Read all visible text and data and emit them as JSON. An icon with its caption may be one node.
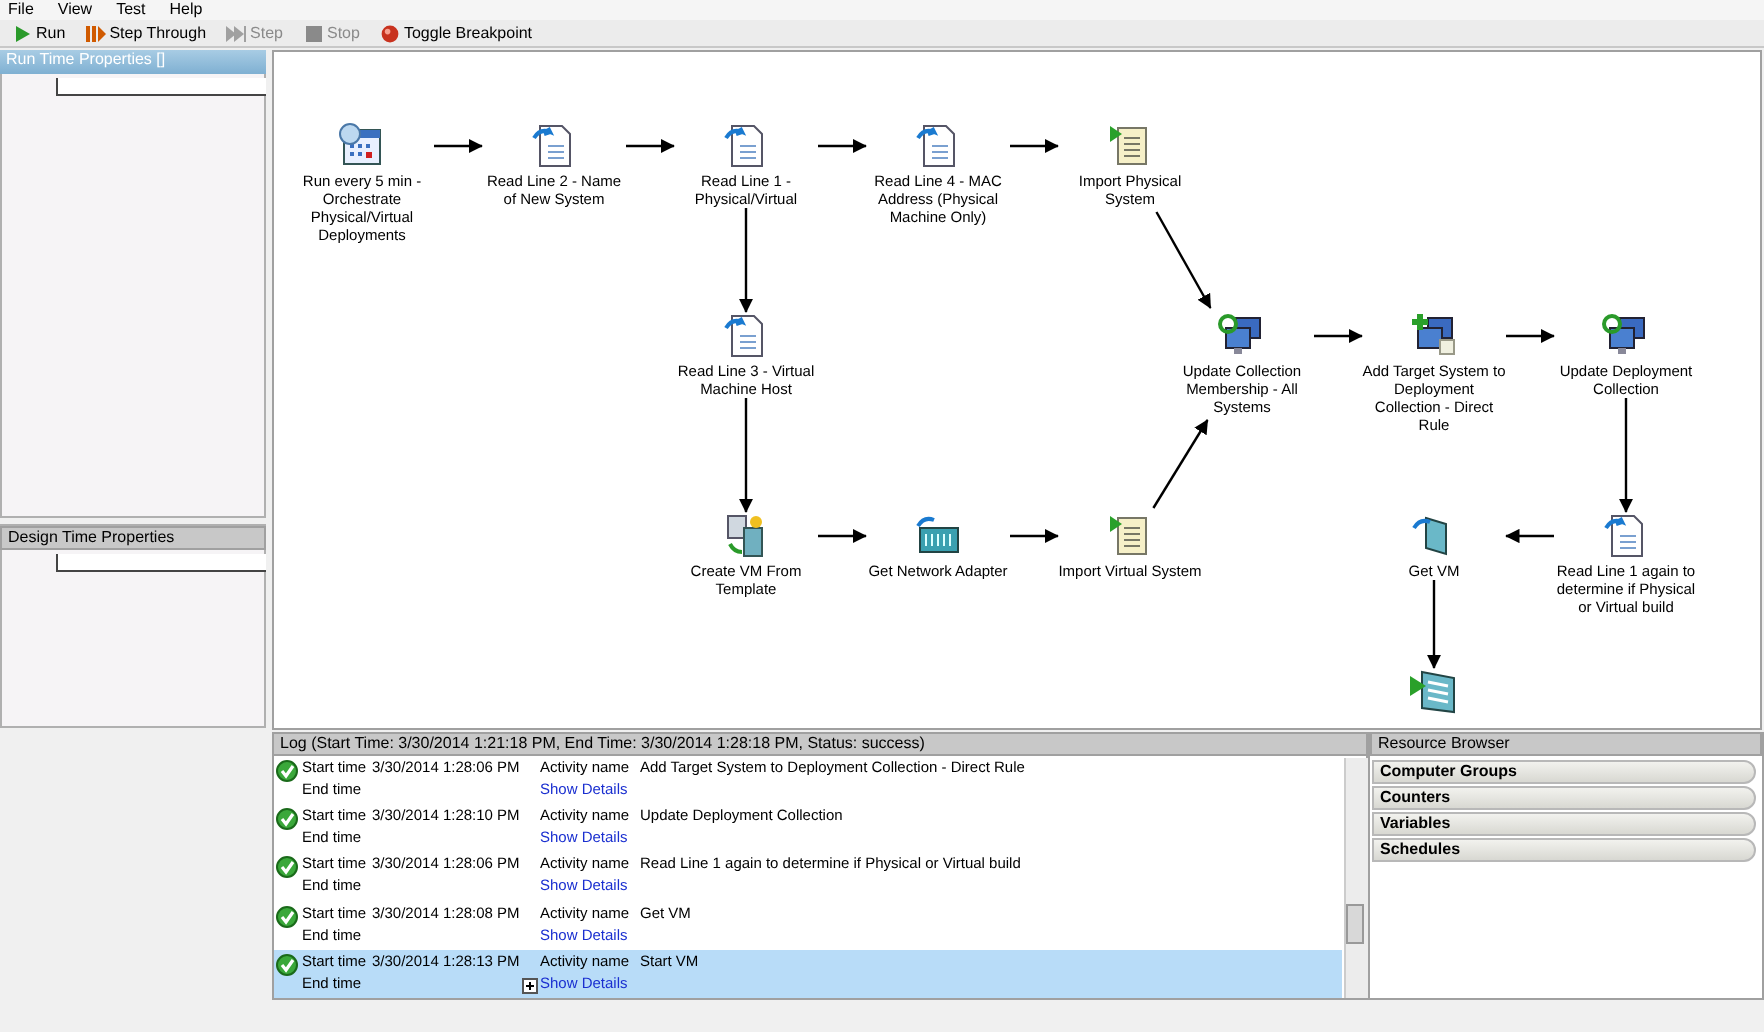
{
  "diagram": {
    "nodes": [
      {
        "text": [
          "Run every 5 min - Orchestrate Physical/Virtual Deployments"
        ]
      },
      {
        "text": [
          "Read Line 2 - Name of New System"
        ]
      },
      {
        "text": [
          "Read Line 1 - Physical/Virtual"
        ]
      },
      {
        "text": [
          "Read Line 4 - MAC Address (Physical Machine Only)"
        ]
      },
      {
        "text": [
          "Import Physical System"
        ]
      },
      {
        "text": [
          "Read Line 3 - Virtual Machine Host"
        ]
      },
      {
        "text": [
          "Update Collection Membership - All Systems"
        ]
      },
      {
        "text": [
          "Add Target System to Deployment Collection - Direct Rule"
        ]
      },
      {
        "text": [
          "Update Deployment Collection"
        ]
      },
      {
        "text": [
          "Create VM From Template"
        ]
      },
      {
        "text": [
          "Get Network Adapter"
        ]
      },
      {
        "text": [
          "Import Virtual System"
        ]
      },
      {
        "text": [
          "Get VM"
        ]
      },
      {
        "text": [
          "Read Line 1 again to determine if Physical or Virtual build"
        ]
      },
      {
        "text": [],
        "shape": "picture"
      }
    ],
    "edges": [
      {
        "from": 0,
        "to": 1,
        "arrow": "to"
      },
      {
        "from": 1,
        "to": 2,
        "arrow": "to"
      },
      {
        "from": 2,
        "to": 3,
        "arrow": "to"
      },
      {
        "from": 3,
        "to": 4,
        "arrow": "to"
      },
      {
        "from": 2,
        "to": 5,
        "arrow": "to"
      },
      {
        "from": 5,
        "to": 9,
        "arrow": "to"
      },
      {
        "from": 9,
        "to": 10,
        "arrow": "to"
      },
      {
        "from": 10,
        "to": 11,
        "arrow": "to"
      },
      {
        "from": 4,
        "to": 6,
        "arrow": "to"
      },
      {
        "from": 11,
        "to": 6,
        "arrow": "to"
      },
      {
        "from": 6,
        "to": 7,
        "arrow": "to"
      },
      {
        "from": 7,
        "to": 8,
        "arrow": "to"
      },
      {
        "from": 8,
        "to": 13,
        "arrow": "to"
      },
      {
        "from": 13,
        "to": 12,
        "arrow": "to"
      },
      {
        "from": 12,
        "to": 14,
        "arrow": "to"
      }
    ],
    "labels": [
      "File",
      "View",
      "Test",
      "Help",
      "Run",
      "Step Through",
      "Step",
      "Stop",
      "Toggle Breakpoint",
      "Run Time Properties []",
      "Design Time Properties",
      "Log (Start Time: 3/30/2014 1:21:18 PM, End Time: 3/30/2014 1:28:18 PM, Status: success)",
      "Start time",
      "3/30/2014 1:28:06 PM",
      "Activity name",
      "Add Target System to Deployment Collection - Direct Rule",
      "End time",
      "Show Details",
      "Start time",
      "3/30/2014 1:28:10 PM",
      "Activity name",
      "Update Deployment Collection",
      "End time",
      "Show Details",
      "Start time",
      "3/30/2014 1:28:06 PM",
      "Activity name",
      "Read Line 1 again to determine if Physical or Virtual build",
      "End time",
      "Show Details",
      "Start time",
      "3/30/2014 1:28:08 PM",
      "Activity name",
      "Get VM",
      "End time",
      "Show Details",
      "Start time",
      "3/30/2014 1:28:13 PM",
      "Activity name",
      "Start VM",
      "End time",
      "Show Details",
      "Resource Browser",
      "Computer Groups",
      "Counters",
      "Variables",
      "Schedules"
    ]
  }
}
